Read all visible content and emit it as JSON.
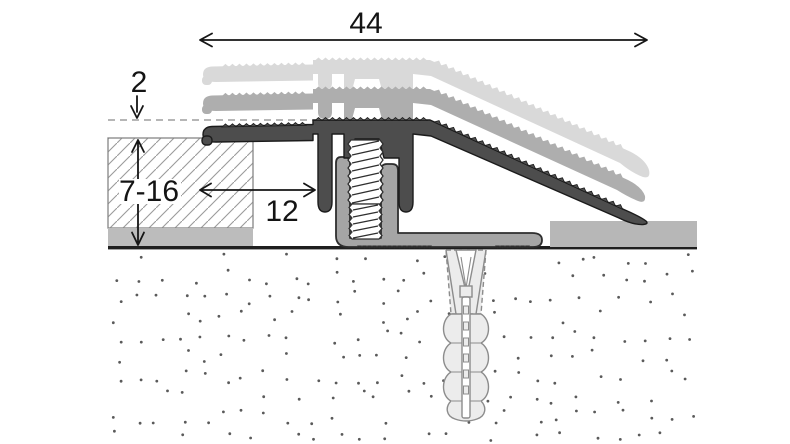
{
  "diagram": {
    "description": "Cross-section installation drawing of a height-adjustable floor transition ramp profile fixed with a screw into a base channel and wall plug",
    "dimension_labels": {
      "total_width": "44",
      "adjustment_step": "2",
      "height_range": "7-16",
      "fixing_offset": "12"
    }
  },
  "colors": {
    "line": "#1f1f1f",
    "dim": "#161616",
    "dashed": "#9e9e9e",
    "profile_dark": "#4d4d4d",
    "profile_dark_outline": "#1b1b1b",
    "profile_mid": "#aeaeae",
    "profile_light": "#d9d9d9",
    "base": "#a5a5a5",
    "base_outline": "#2e2e2e",
    "flooring_right": "#b7b7b7",
    "underlay": "#bcbcbc",
    "hatch": "#9a9a9a",
    "hatch_border": "#858585",
    "plug_fill": "#ececec",
    "plug_outline": "#8c8c8c",
    "dot": "#5a5a5a",
    "screw_outline": "#2f2f2f",
    "white": "#ffffff"
  }
}
